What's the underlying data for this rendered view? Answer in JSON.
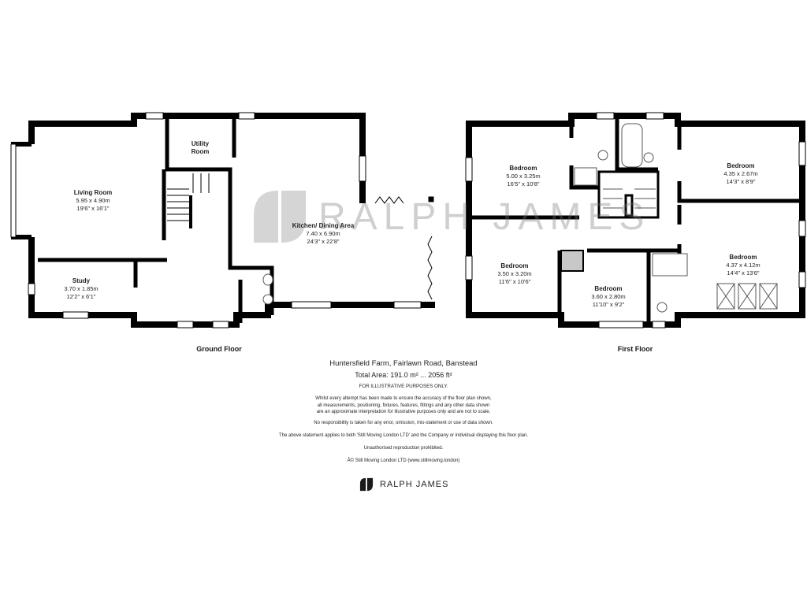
{
  "floors": [
    {
      "label": "Ground Floor",
      "rooms": [
        {
          "name": "Living Room",
          "metric": "5.95 x 4.90m",
          "imperial": "19'6\" x 16'1\""
        },
        {
          "name": "Study",
          "metric": "3.70 x 1.85m",
          "imperial": "12'2\" x 6'1\""
        },
        {
          "name": "Utility Room",
          "metric": "",
          "imperial": ""
        },
        {
          "name": "Kitchen/ Dining Area",
          "metric": "7.40 x 6.90m",
          "imperial": "24'3\" x 22'8\""
        }
      ]
    },
    {
      "label": "First Floor",
      "rooms": [
        {
          "name": "Bedroom",
          "metric": "5.00 x 3.25m",
          "imperial": "16'5\" x 10'8\""
        },
        {
          "name": "Bedroom",
          "metric": "4.35 x 2.67m",
          "imperial": "14'3\" x 8'9\""
        },
        {
          "name": "Bedroom",
          "metric": "3.50 x 3.20m",
          "imperial": "11'6\" x 10'6\""
        },
        {
          "name": "Bedroom",
          "metric": "3.60 x 2.80m",
          "imperial": "11'10\" x 9'2\""
        },
        {
          "name": "Bedroom",
          "metric": "4.37 x 4.12m",
          "imperial": "14'4\" x 13'6\""
        }
      ]
    }
  ],
  "footer": {
    "address": "Huntersfield Farm, Fairlawn Road, Banstead",
    "total_area": "Total Area: 191.0 m² ... 2056 ft²",
    "illustrative": "FOR ILLUSTRATIVE PURPOSES ONLY.",
    "disclaimer_1": "Whilst every attempt has been made to ensure the accuracy of the floor plan shown,",
    "disclaimer_2": "all measurements, positioning, fixtures, features, fittings and any other data shown",
    "disclaimer_3": "are an approximate interpretation for illustrative purposes only and are not to scale.",
    "no_responsibility": "No responsibility is taken for any error, omission, mis-statement or use of data shown.",
    "applies": "The above statement applies to both 'Still Moving London LTD' and the Company or individual displaying this floor plan.",
    "unauthorised": "Unauthorised reproduction prohibited.",
    "copyright": "Â© Still Moving London LTD (www.stillmoving.london)"
  },
  "brand": {
    "name": "RALPH JAMES",
    "watermark": "RALPH JAMES",
    "icon": "ralph-james-logo-icon"
  },
  "colors": {
    "wall": "#000000",
    "background": "#ffffff",
    "watermark": "#9a9a9a"
  }
}
